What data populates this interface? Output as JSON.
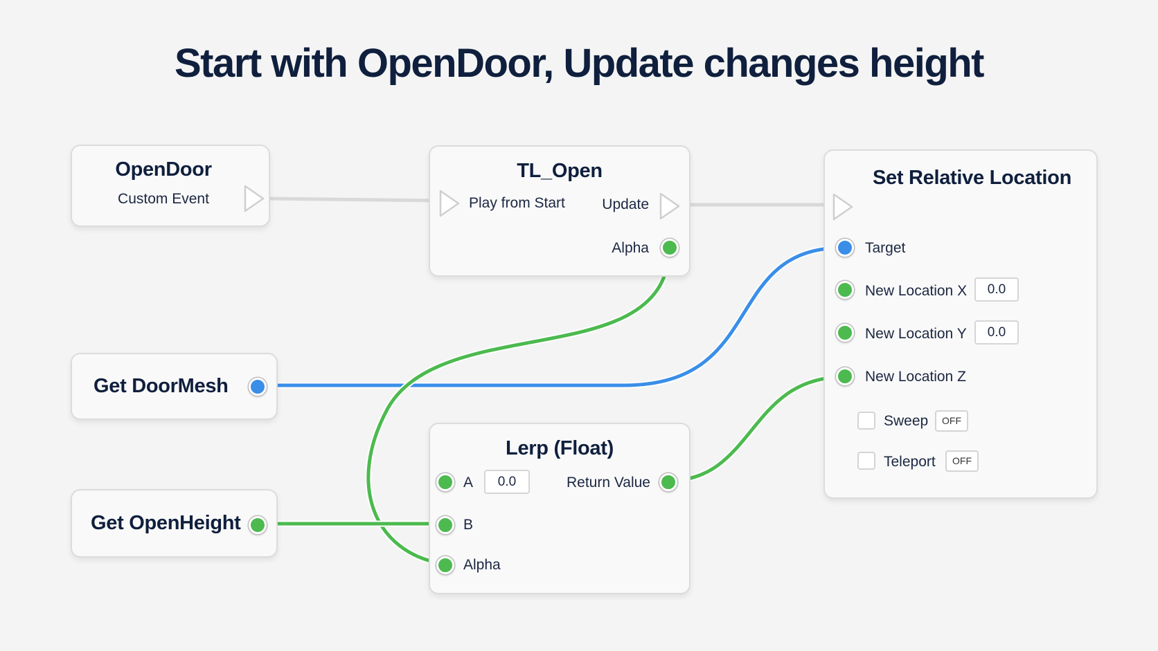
{
  "title": "Start with OpenDoor, Update changes height",
  "colors": {
    "float_pin": "#4cba4f",
    "object_pin": "#3a8ee8",
    "exec_wire": "#d9d9d9"
  },
  "nodes": {
    "open_door": {
      "title": "OpenDoor",
      "subtitle": "Custom Event"
    },
    "tl_open": {
      "title": "TL_Open",
      "play_from_start": "Play from Start",
      "update": "Update",
      "alpha": "Alpha"
    },
    "get_door_mesh": {
      "title": "Get DoorMesh"
    },
    "get_open_height": {
      "title": "Get OpenHeight"
    },
    "lerp": {
      "title": "Lerp (Float)",
      "a": "A",
      "a_value": "0.0",
      "b": "B",
      "alpha": "Alpha",
      "return_value": "Return Value"
    },
    "set_relative_location": {
      "title": "Set Relative Location",
      "target": "Target",
      "new_location_x": "New Location X",
      "x_value": "0.0",
      "new_location_y": "New Location Y",
      "y_value": "0.0",
      "new_location_z": "New Location Z",
      "sweep": "Sweep",
      "sweep_state": "OFF",
      "teleport": "Teleport",
      "teleport_state": "OFF"
    }
  }
}
